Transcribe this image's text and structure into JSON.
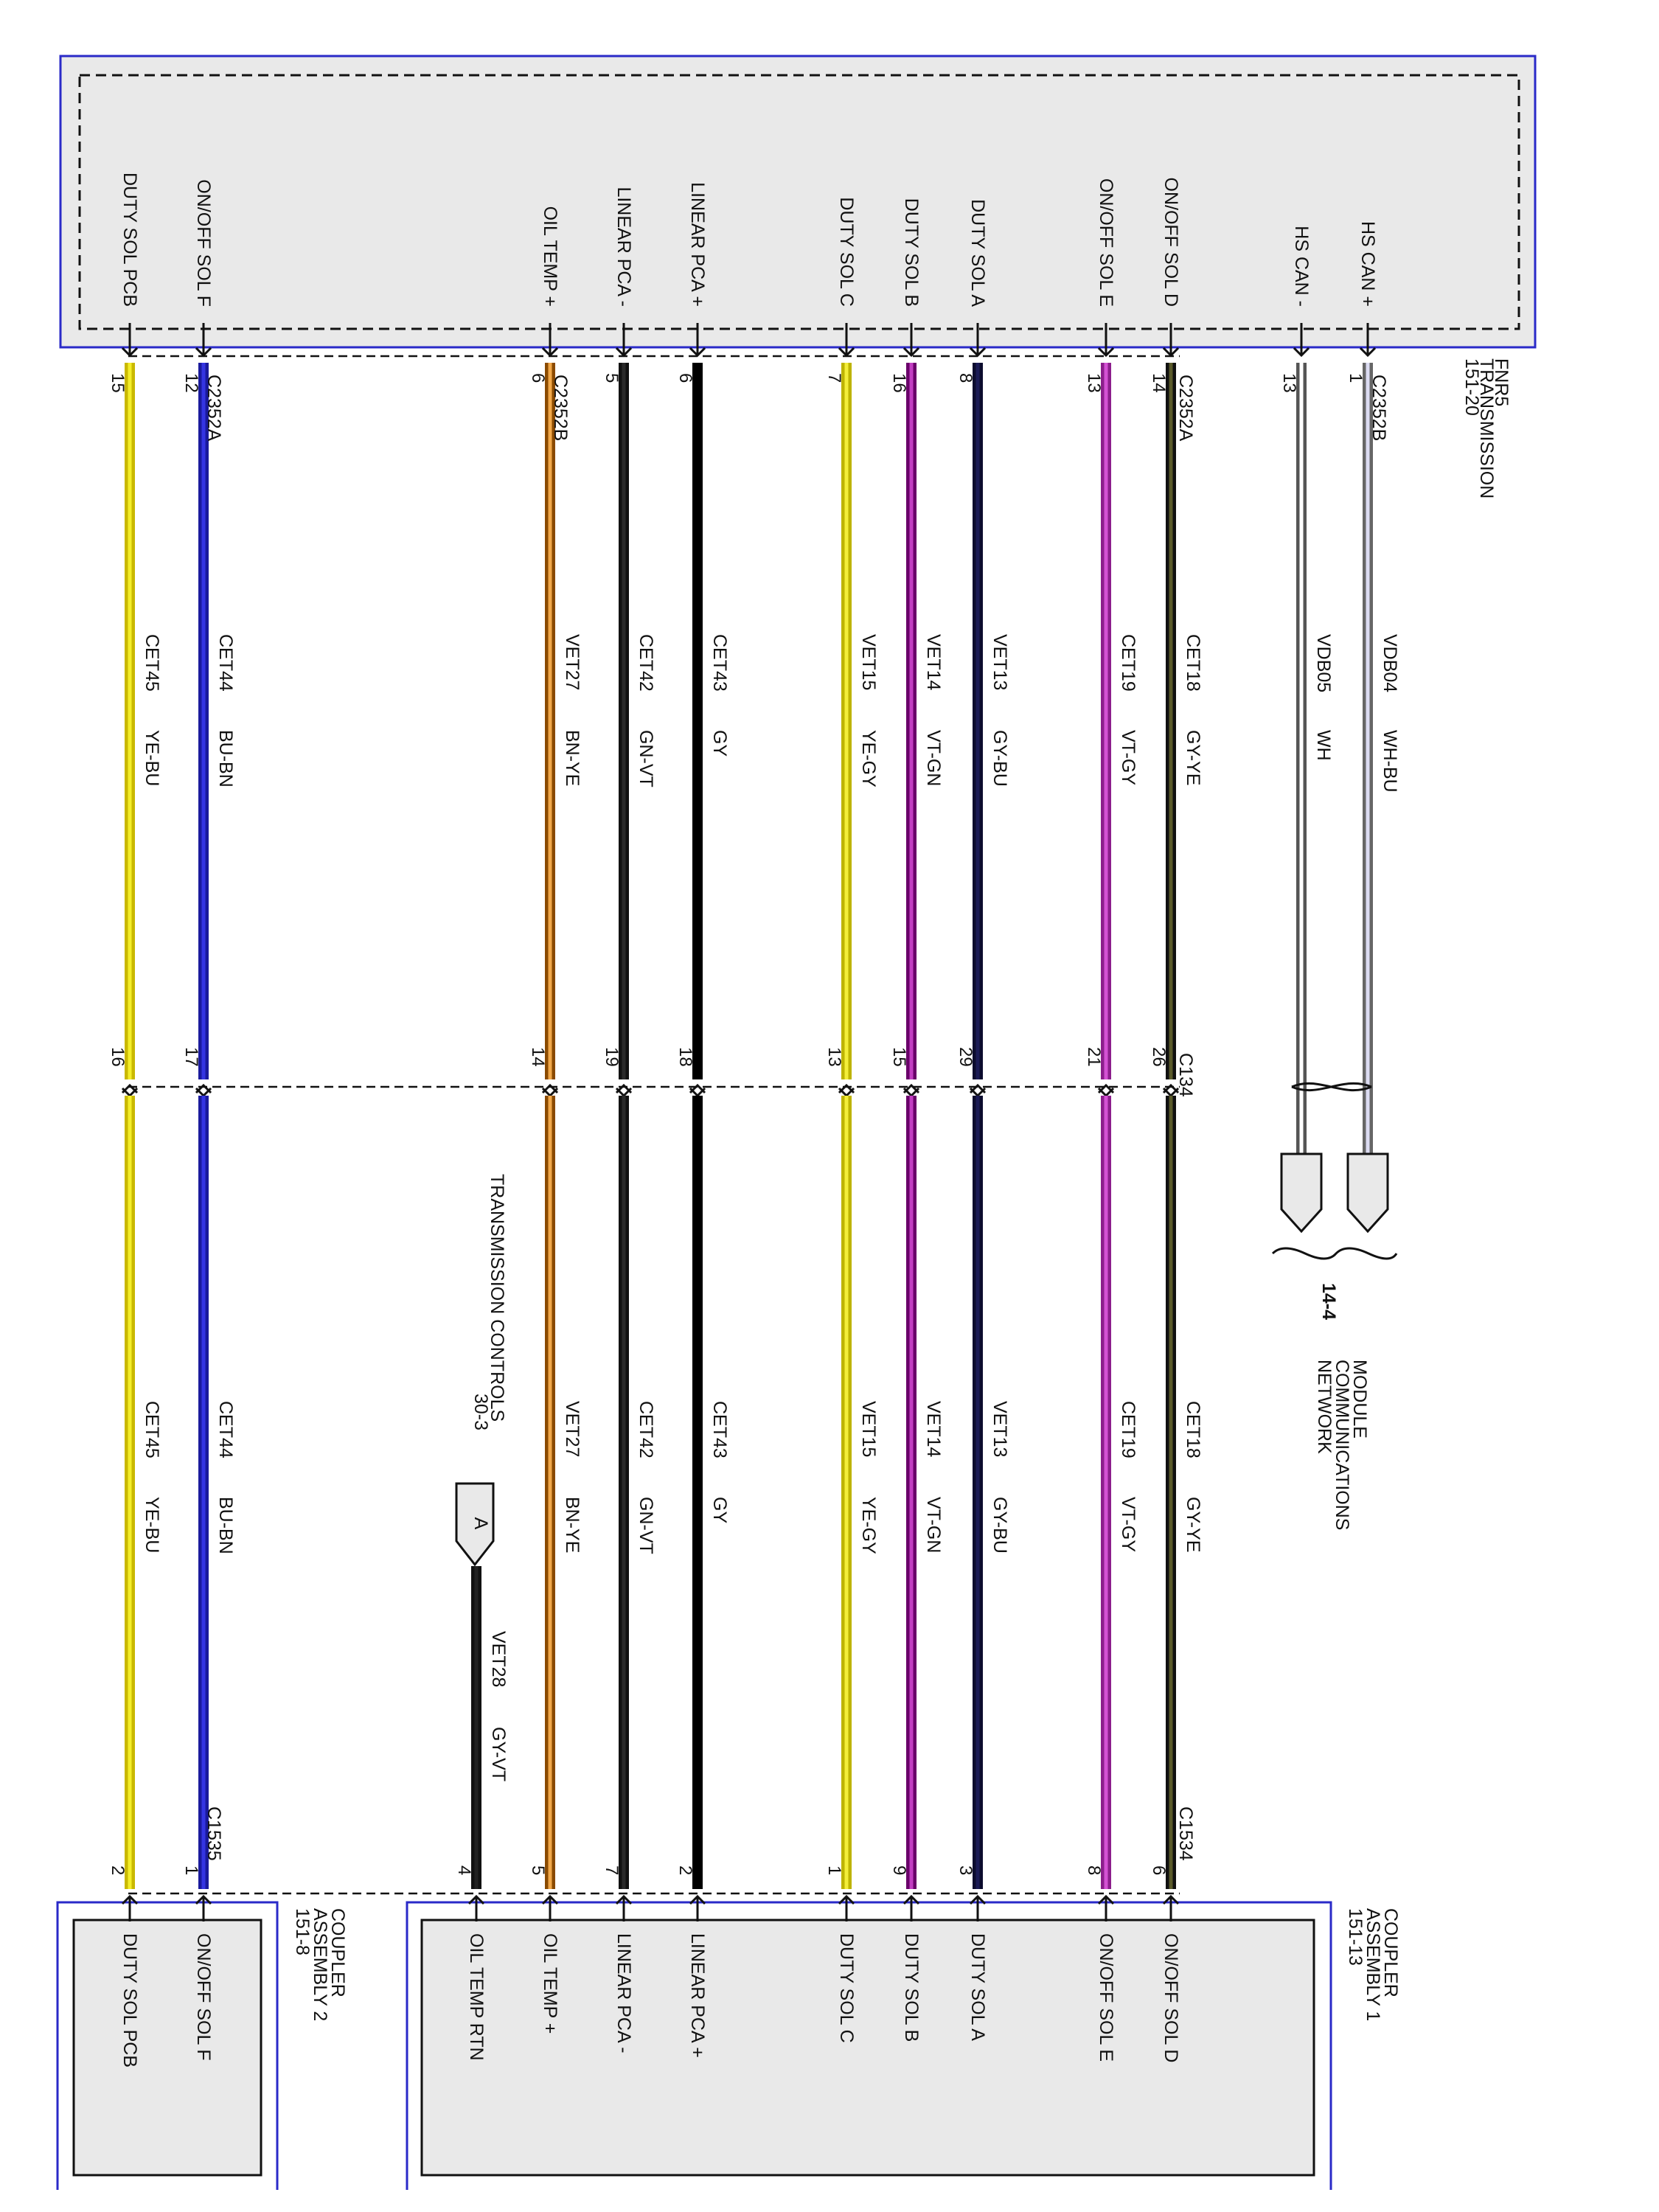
{
  "colors": {
    "frame_blue": "#2a2ac8",
    "module_fill": "#e9e9e9",
    "wire_YE-BU": [
      "#c9b800",
      "#f4ee2a"
    ],
    "wire_BU-BN": [
      "#1a1a9c",
      "#3434e2"
    ],
    "wire_BN-YE": [
      "#8a4a00",
      "#f1a84a"
    ],
    "wire_GN-VT": [
      "#111111",
      "#2a2a2a"
    ],
    "wire_GY": [
      "#000000",
      "#000000"
    ],
    "wire_YE-GY": [
      "#bdb300",
      "#f3ee3a"
    ],
    "wire_VT-GN": [
      "#6a006a",
      "#c23ec2"
    ],
    "wire_GY-BU": [
      "#0c0c2e",
      "#1b1b55"
    ],
    "wire_VT-GY": [
      "#8c1e8c",
      "#d452d4"
    ],
    "wire_GY-YE": [
      "#111111",
      "#5a5a2a"
    ],
    "wire_WH": [
      "#555555",
      "#ffffff"
    ],
    "wire_WH-BU": [
      "#666666",
      "#dcdcf2"
    ],
    "wire_GY-VT": [
      "#111111",
      "#222222"
    ]
  },
  "tcm": {
    "title": [
      "FNR5",
      "TRANSMISSION",
      "151-20"
    ],
    "pins": [
      {
        "key": "duty_sol_pcb",
        "label": "DUTY SOL PCB"
      },
      {
        "key": "onoff_sol_f",
        "label": "ON/OFF SOL F"
      },
      {
        "key": "oil_temp_plus",
        "label": "OIL TEMP +"
      },
      {
        "key": "linear_pca_minus",
        "label": "LINEAR PCA -"
      },
      {
        "key": "linear_pca_plus",
        "label": "LINEAR PCA +"
      },
      {
        "key": "duty_sol_c",
        "label": "DUTY SOL C"
      },
      {
        "key": "duty_sol_b",
        "label": "DUTY SOL B"
      },
      {
        "key": "duty_sol_a",
        "label": "DUTY SOL A"
      },
      {
        "key": "onoff_sol_e",
        "label": "ON/OFF SOL E"
      },
      {
        "key": "onoff_sol_d",
        "label": "ON/OFF SOL D"
      },
      {
        "key": "hs_can_minus",
        "label": "HS CAN -"
      },
      {
        "key": "hs_can_plus",
        "label": "HS CAN +"
      }
    ]
  },
  "connectors": {
    "tcm_a": "C2352A",
    "tcm_b": "C2352B",
    "inline": "C134",
    "coupler1": "C1534",
    "coupler2": "C1535"
  },
  "wires": [
    {
      "key": "duty_sol_pcb",
      "circuit": "CET45",
      "color": "YE-BU",
      "pin_tcm": "15",
      "pin_inline_a": "16",
      "pin_coupler": "2"
    },
    {
      "key": "onoff_sol_f",
      "circuit": "CET44",
      "color": "BU-BN",
      "pin_tcm": "12",
      "pin_inline_a": "17",
      "pin_coupler": "1"
    },
    {
      "key": "oil_temp_plus",
      "circuit": "VET27",
      "color": "BN-YE",
      "pin_tcm": "6",
      "pin_inline_a": "14",
      "pin_coupler": "5"
    },
    {
      "key": "linear_pca_minus",
      "circuit": "CET42",
      "color": "GN-VT",
      "pin_tcm": "5",
      "pin_inline_a": "19",
      "pin_coupler": "7"
    },
    {
      "key": "linear_pca_plus",
      "circuit": "CET43",
      "color": "GY",
      "pin_tcm": "6",
      "pin_inline_a": "18",
      "pin_coupler": "2"
    },
    {
      "key": "duty_sol_c",
      "circuit": "VET15",
      "color": "YE-GY",
      "pin_tcm": "7",
      "pin_inline_a": "13",
      "pin_coupler": "1"
    },
    {
      "key": "duty_sol_b",
      "circuit": "VET14",
      "color": "VT-GN",
      "pin_tcm": "16",
      "pin_inline_a": "15",
      "pin_coupler": "9"
    },
    {
      "key": "duty_sol_a",
      "circuit": "VET13",
      "color": "GY-BU",
      "pin_tcm": "8",
      "pin_inline_a": "29",
      "pin_coupler": "3"
    },
    {
      "key": "onoff_sol_e",
      "circuit": "CET19",
      "color": "VT-GY",
      "pin_tcm": "13",
      "pin_inline_a": "21",
      "pin_coupler": "8"
    },
    {
      "key": "onoff_sol_d",
      "circuit": "CET18",
      "color": "GY-YE",
      "pin_tcm": "14",
      "pin_inline_a": "26",
      "pin_coupler": "6"
    },
    {
      "key": "hs_can_minus",
      "circuit": "VDB05",
      "color": "WH",
      "pin_tcm": "13"
    },
    {
      "key": "hs_can_plus",
      "circuit": "VDB04",
      "color": "WH-BU",
      "pin_tcm": "1"
    }
  ],
  "network": {
    "ref": "14-4",
    "title": [
      "MODULE",
      "COMMUNICATIONS",
      "NETWORK"
    ]
  },
  "transmission_controls": {
    "title": "TRANSMISSION CONTROLS",
    "ref": "30-3",
    "connector_letter": "A",
    "circuit": "VET28",
    "color": "GY-VT",
    "pin_coupler": "4"
  },
  "coupler1": {
    "title": [
      "COUPLER",
      "ASSEMBLY 1",
      "151-13"
    ],
    "pins": [
      {
        "label": "OIL TEMP RTN"
      },
      {
        "label": "OIL TEMP +"
      },
      {
        "label": "LINEAR PCA -"
      },
      {
        "label": "LINEAR PCA +"
      },
      {
        "label": "DUTY SOL C"
      },
      {
        "label": "DUTY SOL B"
      },
      {
        "label": "DUTY SOL A"
      },
      {
        "label": "ON/OFF SOL E"
      },
      {
        "label": "ON/OFF SOL D"
      }
    ]
  },
  "coupler2": {
    "title": [
      "COUPLER",
      "ASSEMBLY 2",
      "151-8"
    ],
    "pins": [
      {
        "label": "DUTY SOL PCB"
      },
      {
        "label": "ON/OFF SOL F"
      }
    ]
  }
}
